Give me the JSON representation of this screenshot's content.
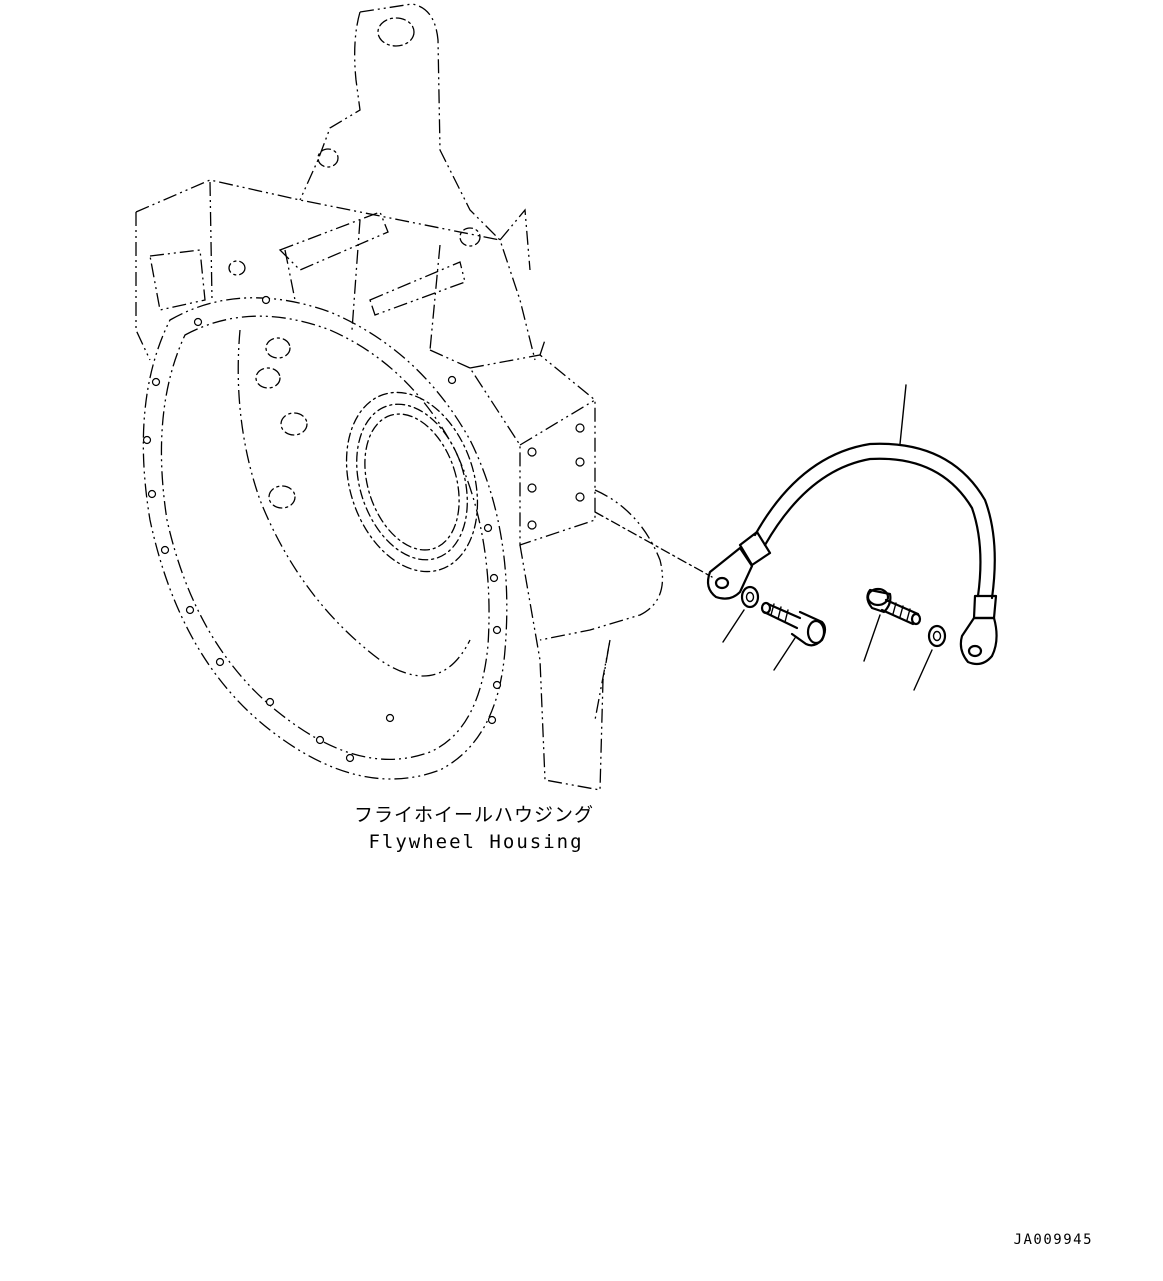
{
  "figure": {
    "housing_label_jp": "フライホイールハウジング",
    "housing_label_en": "Flywheel Housing",
    "drawing_code": "JA009945"
  }
}
